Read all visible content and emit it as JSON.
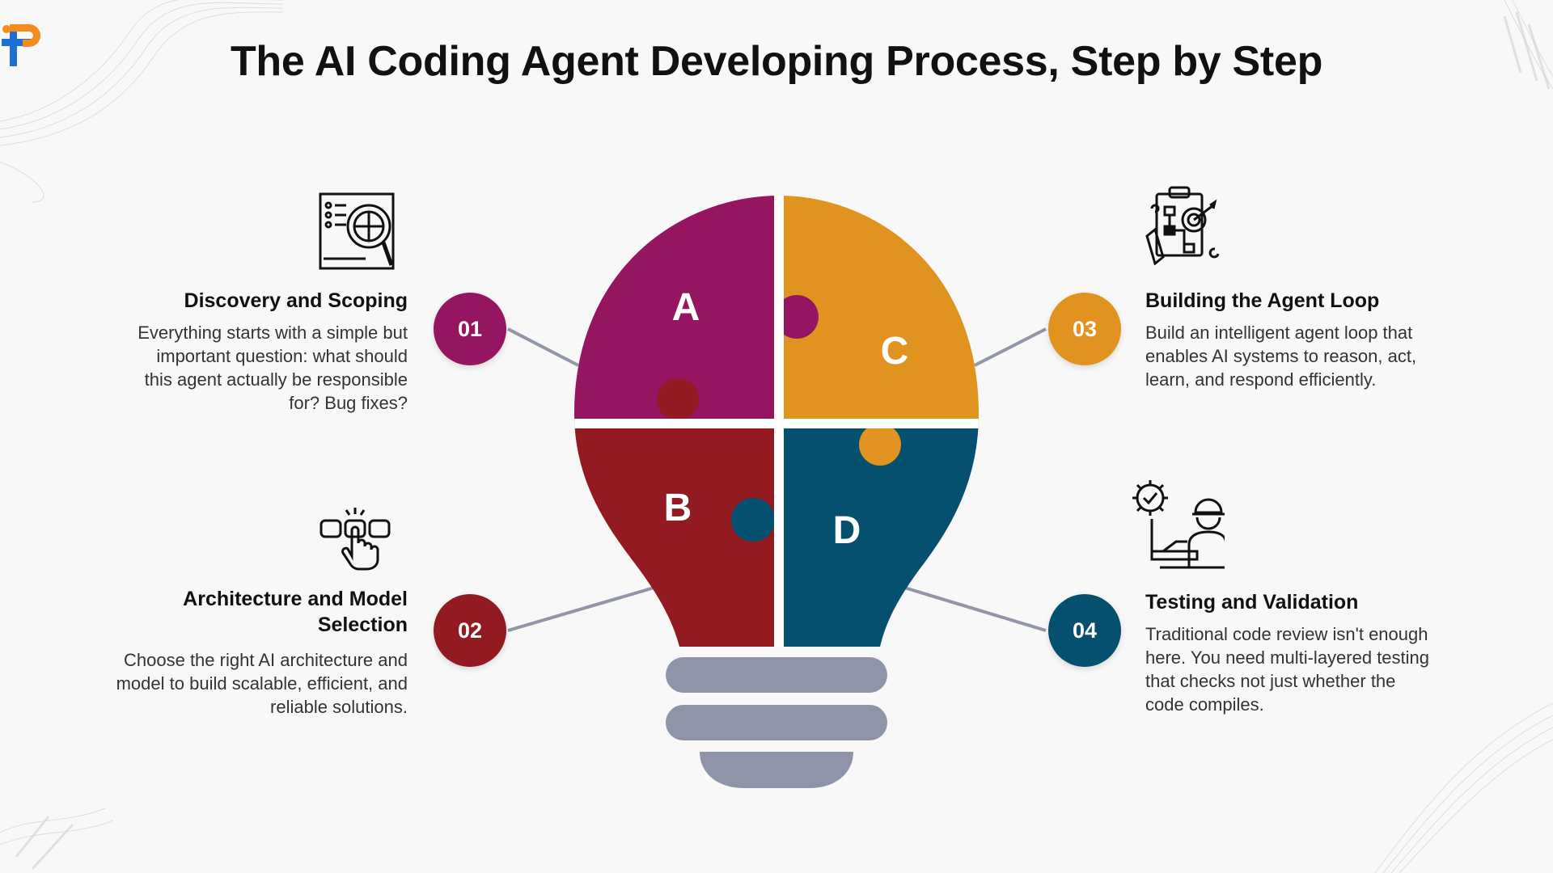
{
  "title": "The AI Coding Agent Developing Process, Step by Step",
  "colors": {
    "piece_a": "#951561",
    "piece_b": "#941a22",
    "piece_c": "#e0941f",
    "piece_d": "#05506f",
    "base": "#8f94a8",
    "connector": "#9095a8"
  },
  "puzzle_letters": {
    "a": "A",
    "b": "B",
    "c": "C",
    "d": "D"
  },
  "steps": [
    {
      "number": "01",
      "title": "Discovery and Scoping",
      "lines": [
        "Everything starts with a simple but",
        "important question: what should",
        "this agent actually be responsible",
        "for? Bug fixes?"
      ],
      "icon": "document-magnifier-icon"
    },
    {
      "number": "02",
      "title_lines": [
        "Architecture and Model",
        "Selection"
      ],
      "lines": [
        "Choose the right AI architecture and",
        "model to build scalable, efficient, and",
        "reliable solutions."
      ],
      "icon": "hand-click-icon"
    },
    {
      "number": "03",
      "title": "Building the Agent Loop",
      "lines": [
        "Build an intelligent agent loop that",
        "enables AI systems to reason, act,",
        "learn, and respond efficiently."
      ],
      "icon": "clipboard-target-icon"
    },
    {
      "number": "04",
      "title": "Testing and Validation",
      "lines": [
        "Traditional code review isn't enough",
        "here. You need multi-layered testing",
        "that checks not just whether the",
        "code compiles."
      ],
      "icon": "engineer-gear-icon"
    }
  ]
}
